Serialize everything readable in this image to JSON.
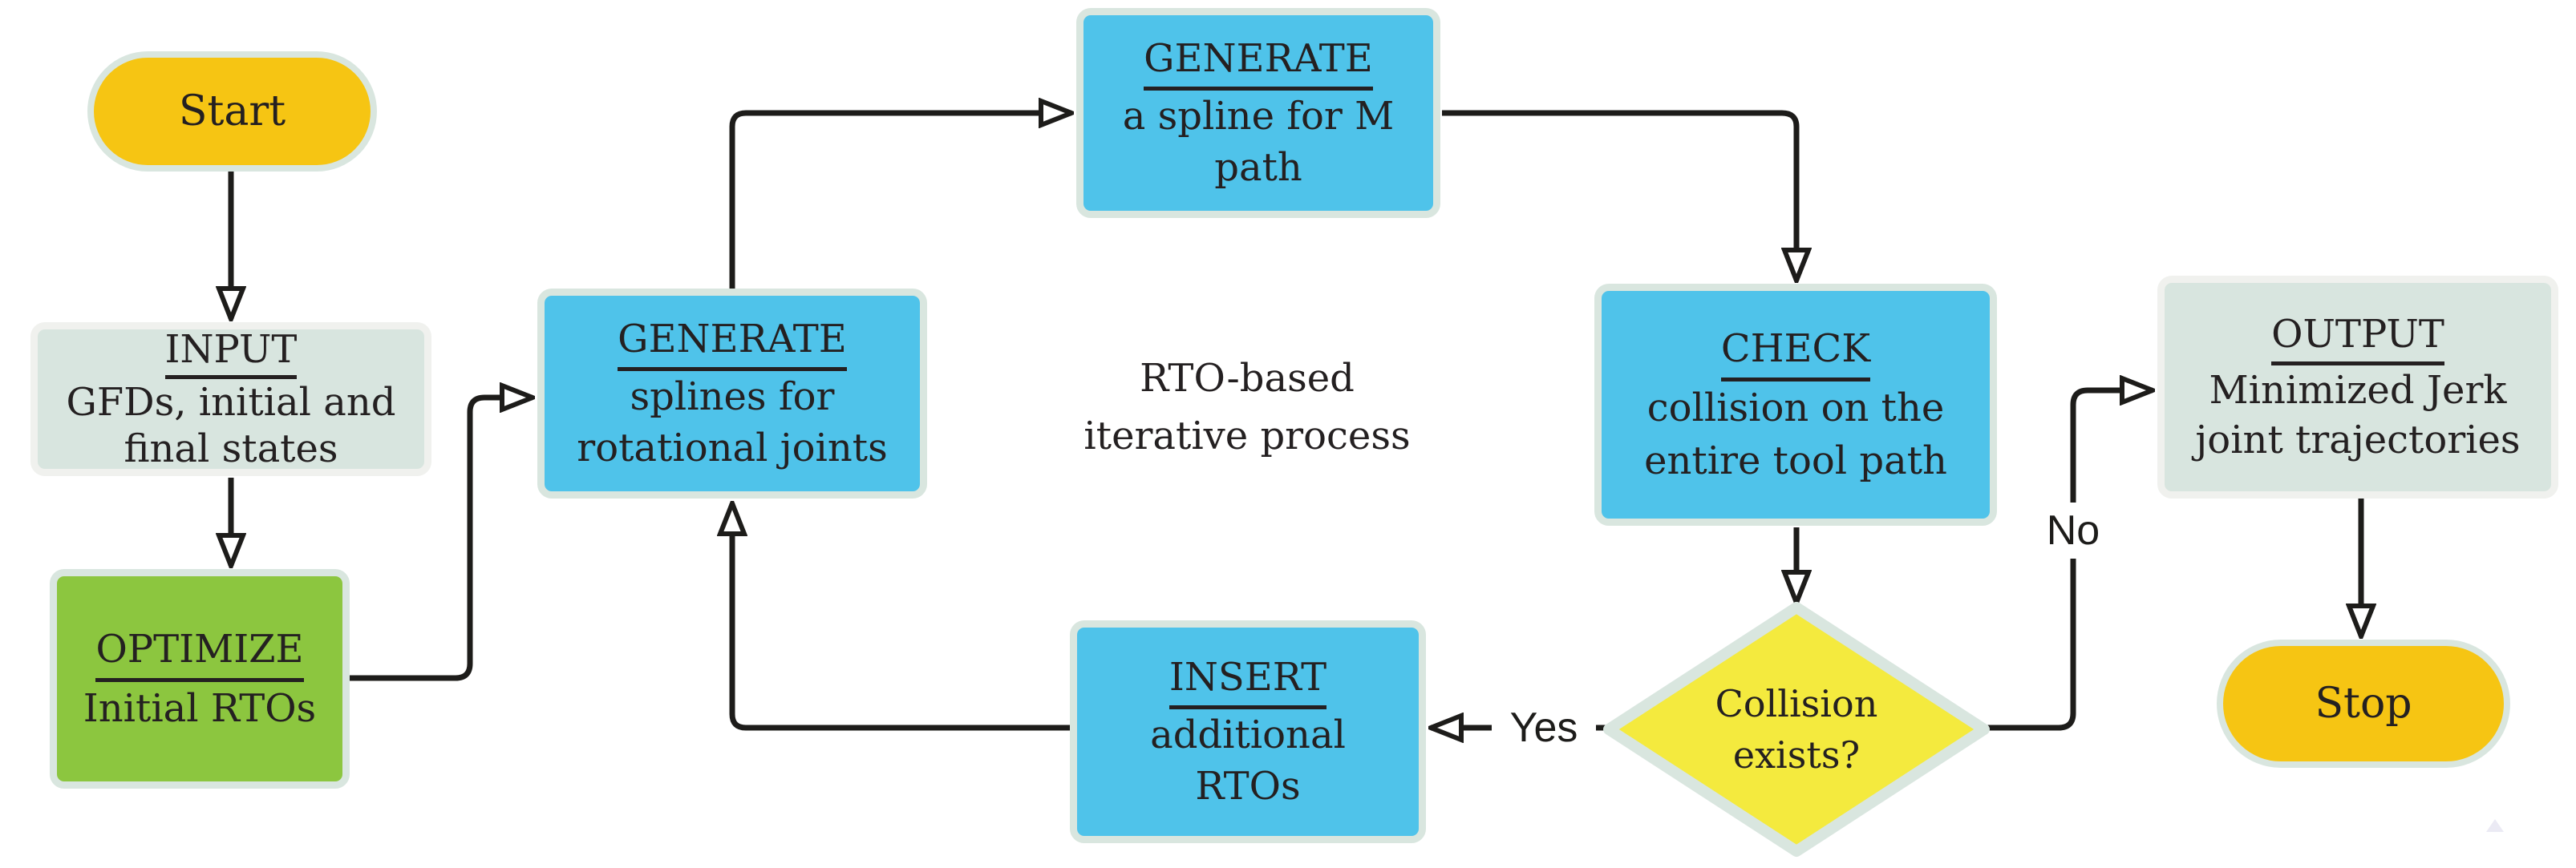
{
  "note": {
    "line1": "RTO-based",
    "line2": "iterative process"
  },
  "edge_labels": {
    "yes": "Yes",
    "no": "No"
  },
  "nodes": {
    "start": {
      "label": "Start"
    },
    "input": {
      "heading": "INPUT",
      "line1": "GFDs, initial and",
      "line2": "final states"
    },
    "optimize": {
      "heading": "OPTIMIZE",
      "line1": "Initial RTOs"
    },
    "generate_splines": {
      "heading": "GENERATE",
      "line1": "splines for",
      "line2": "rotational joints"
    },
    "generate_m_path": {
      "heading": "GENERATE",
      "line1": "a spline for M",
      "line2": "path"
    },
    "check": {
      "heading": "CHECK",
      "line1": "collision on the",
      "line2": "entire tool path"
    },
    "decision": {
      "line1": "Collision",
      "line2": "exists?"
    },
    "insert": {
      "heading": "INSERT",
      "line1": "additional",
      "line2": "RTOs"
    },
    "output": {
      "heading": "OUTPUT",
      "line1": "Minimized Jerk",
      "line2": "joint trajectories"
    },
    "stop": {
      "label": "Stop"
    }
  },
  "colors": {
    "paper": "#ffffff",
    "ink": "#242021",
    "line": "#1d1c1a",
    "amber": "#f6c513",
    "sage": "#d8e5df",
    "sage-border": "#d9e6df",
    "pale-border": "#f0f1ee",
    "blue": "#4fc3ea",
    "green": "#8cc63f",
    "yellow": "#f4ea3e"
  }
}
